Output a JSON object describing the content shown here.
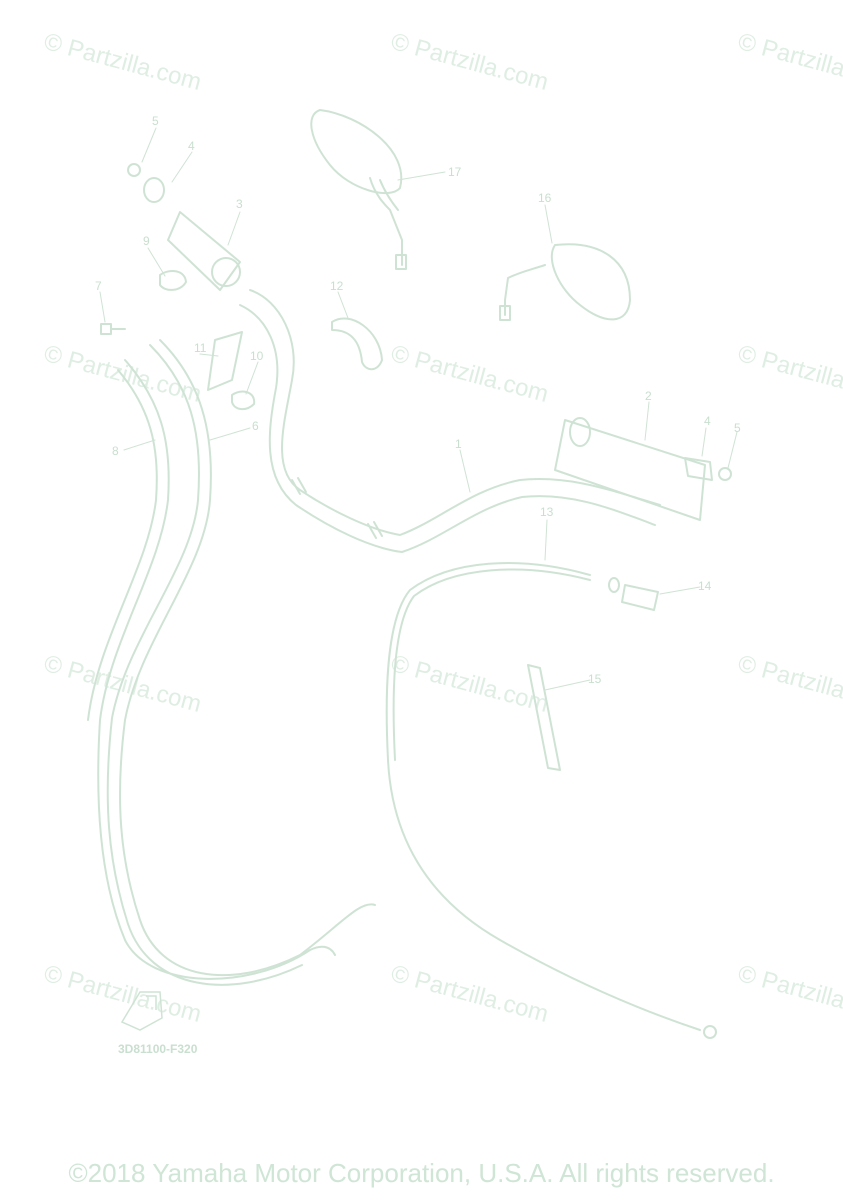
{
  "watermark": "© Partzilla.com",
  "drawing_code": "3D81100-F320",
  "copyright": "©2018 Yamaha Motor Corporation, U.S.A. All rights reserved.",
  "callouts": [
    "1",
    "2",
    "3",
    "4",
    "5",
    "6",
    "7",
    "8",
    "9",
    "10",
    "11",
    "12",
    "13",
    "14",
    "15",
    "16",
    "17",
    "4",
    "5"
  ],
  "colors": {
    "line": "#cfe3d4",
    "text": "#c9dfcf",
    "watermark": "#dfeee3"
  }
}
